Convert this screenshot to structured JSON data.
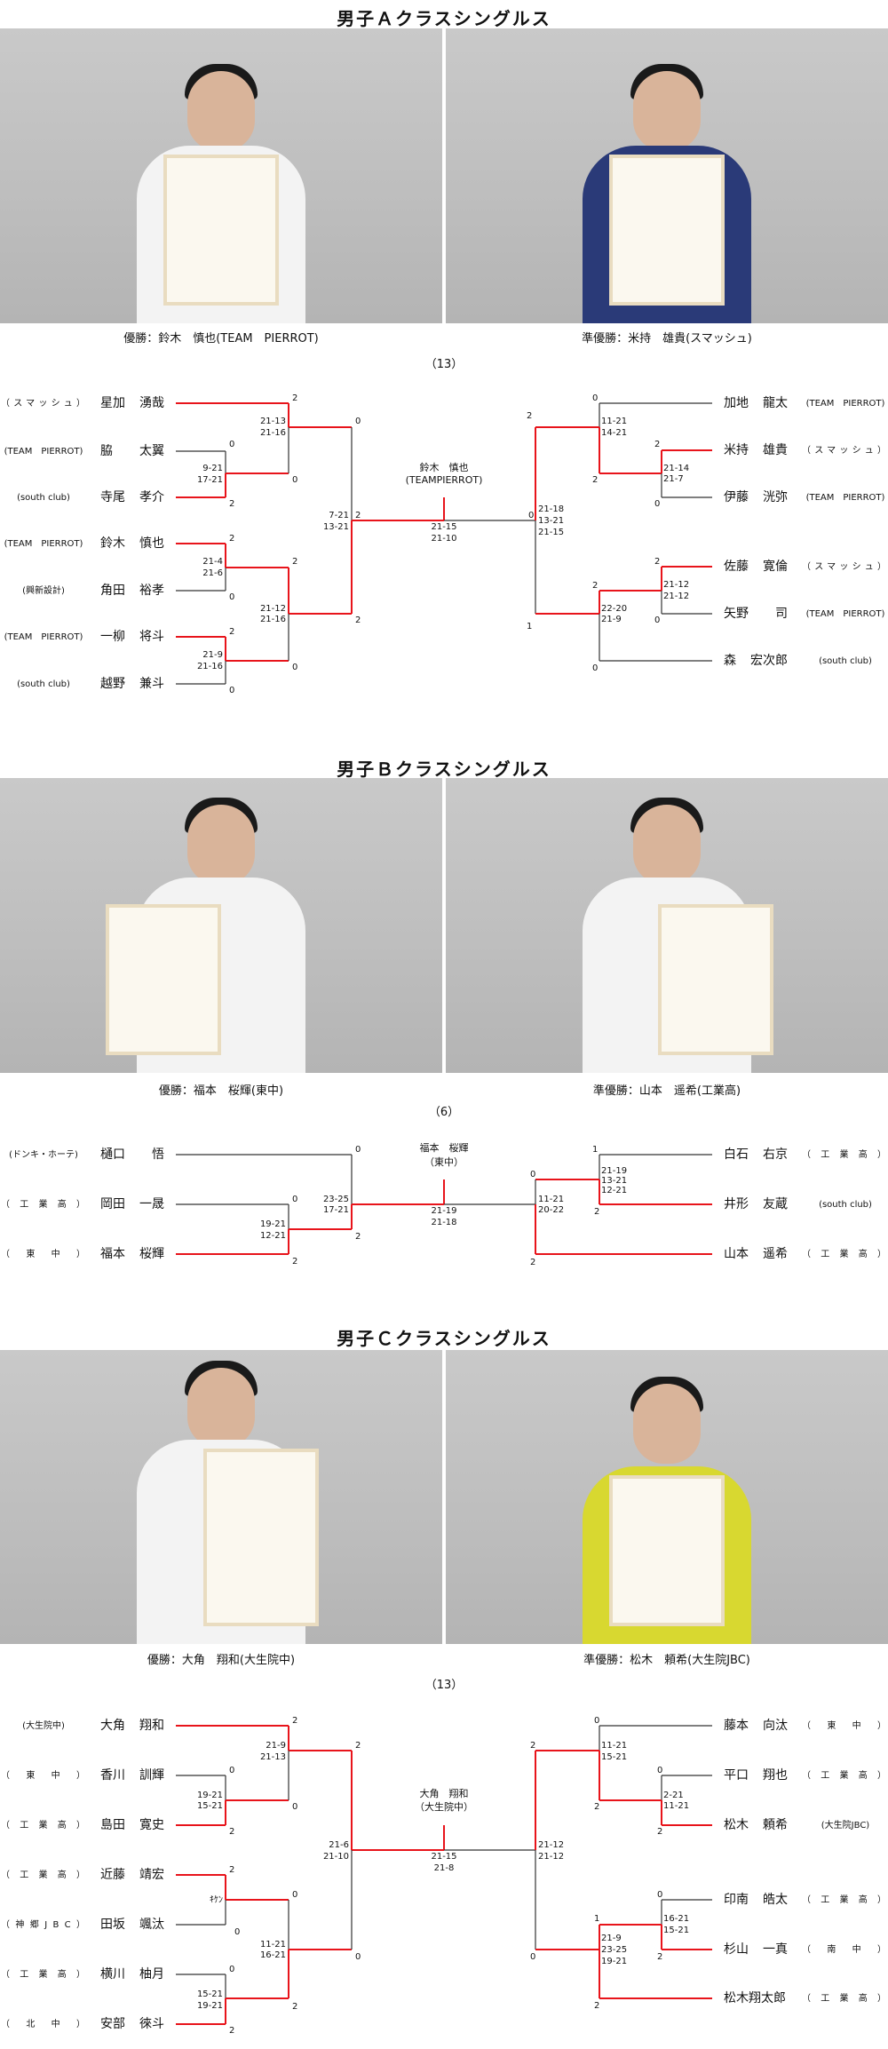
{
  "colors": {
    "winner_line": "#e8141b",
    "loser_line": "#333333"
  },
  "sections": [
    {
      "title": "男子Ａクラスシングルス",
      "winner_caption": "優勝：鈴木　慎也(TEAM　PIERROT)",
      "runnerup_caption": "準優勝：米持　雄貴(スマッシュ)",
      "entries": "（13）",
      "bracket": {
        "left": [
          {
            "team": "（スマッシュ）",
            "family": "星加",
            "given": "湧哉"
          },
          {
            "team": "(TEAM　PIERROT)",
            "family": "脇",
            "given": "太翼"
          },
          {
            "team": "(south club)",
            "family": "寺尾",
            "given": "孝介"
          },
          {
            "team": "(TEAM　PIERROT)",
            "family": "鈴木",
            "given": "慎也"
          },
          {
            "team": "(興新設計)",
            "family": "角田",
            "given": "裕孝"
          },
          {
            "team": "(TEAM　PIERROT)",
            "family": "一柳",
            "given": "将斗"
          },
          {
            "team": "(south club)",
            "family": "越野",
            "given": "兼斗"
          }
        ],
        "right": [
          {
            "team": "(TEAM　PIERROT)",
            "family": "加地",
            "given": "龍太"
          },
          {
            "team": "（スマッシュ）",
            "family": "米持",
            "given": "雄貴"
          },
          {
            "team": "(TEAM　PIERROT)",
            "family": "伊藤",
            "given": "洸弥"
          },
          {
            "team": "（スマッシュ）",
            "family": "佐藤",
            "given": "寛倫"
          },
          {
            "team": "(TEAM　PIERROT)",
            "family": "矢野",
            "given": "司"
          },
          {
            "team": "(south club)",
            "family": "森",
            "given": "宏次郎"
          }
        ],
        "champion": {
          "name": "鈴木　慎也",
          "team": "(TEAMPIERROT)"
        },
        "final_scores": [
          "21-15",
          "21-10"
        ],
        "marks": [
          "2",
          "21-13",
          "21-16",
          "0",
          "0",
          "9-21",
          "17-21",
          "0",
          "2",
          "7-21",
          "13-21",
          "2",
          "2",
          "21-4",
          "21-6",
          "2",
          "0",
          "21-12",
          "21-16",
          "2",
          "2",
          "21-9",
          "21-16",
          "0",
          "0",
          "0",
          "11-21",
          "14-21",
          "2",
          "21-14",
          "21-7",
          "2",
          "0",
          "2",
          "0",
          "21-18",
          "13-21",
          "21-15",
          "2",
          "21-12",
          "21-12",
          "2",
          "22-20",
          "21-9",
          "0",
          "1",
          "0"
        ]
      }
    },
    {
      "title": "男子Ｂクラスシングルス",
      "winner_caption": "優勝：福本　桜輝(東中)",
      "runnerup_caption": "準優勝：山本　遥希(工業高)",
      "entries": "（6）",
      "bracket": {
        "left": [
          {
            "team": "(ドンキ・ホーテ)",
            "family": "樋口",
            "given": "悟"
          },
          {
            "team": "（工業高）",
            "family": "岡田",
            "given": "一晟"
          },
          {
            "team": "（東中）",
            "family": "福本",
            "given": "桜輝"
          }
        ],
        "right": [
          {
            "team": "（工業高）",
            "family": "白石",
            "given": "右京"
          },
          {
            "team": "(south club)",
            "family": "井形",
            "given": "友蔵"
          },
          {
            "team": "（工業高）",
            "family": "山本",
            "given": "遥希"
          }
        ],
        "champion": {
          "name": "福本　桜輝",
          "team": "（東中）"
        },
        "final_scores": [
          "21-19",
          "21-18"
        ],
        "marks": [
          "0",
          "0",
          "23-25",
          "17-21",
          "19-21",
          "12-21",
          "2",
          "2",
          "1",
          "21-19",
          "13-21",
          "12-21",
          "2",
          "0",
          "11-21",
          "20-22",
          "2"
        ]
      }
    },
    {
      "title": "男子Ｃクラスシングルス",
      "winner_caption": "優勝：大角　翔和(大生院中)",
      "runnerup_caption": "準優勝：松木　頼希(大生院JBC)",
      "entries": "（13）",
      "bracket": {
        "left": [
          {
            "team": "(大生院中)",
            "family": "大角",
            "given": "翔和"
          },
          {
            "team": "（東中）",
            "family": "香川",
            "given": "訓輝"
          },
          {
            "team": "（工業高）",
            "family": "島田",
            "given": "寛史"
          },
          {
            "team": "（工業高）",
            "family": "近藤",
            "given": "靖宏"
          },
          {
            "team": "（神郷JBC）",
            "family": "田坂",
            "given": "颯汰"
          },
          {
            "team": "（工業高）",
            "family": "横川",
            "given": "柚月"
          },
          {
            "team": "（北中）",
            "family": "安部",
            "given": "徠斗"
          }
        ],
        "right": [
          {
            "team": "（東中）",
            "family": "藤本",
            "given": "向汰"
          },
          {
            "team": "（工業高）",
            "family": "平口",
            "given": "翔也"
          },
          {
            "team": "(大生院JBC)",
            "family": "松木",
            "given": "頼希"
          },
          {
            "team": "（工業高）",
            "family": "印南",
            "given": "皓太"
          },
          {
            "team": "（南中）",
            "family": "杉山",
            "given": "一真"
          },
          {
            "team": "（工業高）",
            "family": "松木翔太郎",
            "given": ""
          }
        ],
        "champion": {
          "name": "大角　翔和",
          "team": "（大生院中）"
        },
        "final_scores": [
          "21-15",
          "21-8"
        ],
        "marks": [
          "2",
          "21-9",
          "21-13",
          "2",
          "0",
          "19-21",
          "15-21",
          "0",
          "2",
          "21-6",
          "21-10",
          "2",
          "ｷｹﾝ",
          "0",
          "0",
          "11-21",
          "16-21",
          "0",
          "0",
          "15-21",
          "19-21",
          "2",
          "2",
          "0",
          "11-21",
          "15-21",
          "0",
          "2-21",
          "11-21",
          "2",
          "2",
          "2",
          "21-12",
          "21-12",
          "0",
          "16-21",
          "15-21",
          "1",
          "21-9",
          "23-25",
          "19-21",
          "2",
          "0",
          "2"
        ]
      }
    }
  ]
}
